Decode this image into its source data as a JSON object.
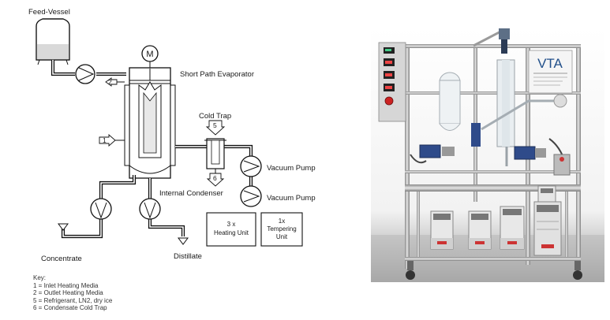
{
  "schematic": {
    "feed_vessel": "Feed-Vessel",
    "motor": "M",
    "evaporator": "Short Path Evaporator",
    "cold_trap": "Cold Trap",
    "vacuum_pump_1": "Vacuum Pump",
    "vacuum_pump_2": "Vacuum Pump",
    "internal_condenser": "Internal Condenser",
    "concentrate": "Concentrate",
    "distillate": "Distillate",
    "heating_unit": [
      "3 x",
      "Heating Unit"
    ],
    "tempering_unit": [
      "1x",
      "Tempering",
      "Unit"
    ],
    "port_2": "2",
    "port_1": "1",
    "port_5": "5",
    "port_6": "6"
  },
  "key": {
    "title": "Key:",
    "items": [
      "1 = Inlet Heating Media",
      "2 = Outlet Heating Media",
      "5 = Refrigerant, LN2, dry ice",
      "6 = Condensate Cold Trap"
    ]
  },
  "photo": {
    "logo": "VTA"
  }
}
